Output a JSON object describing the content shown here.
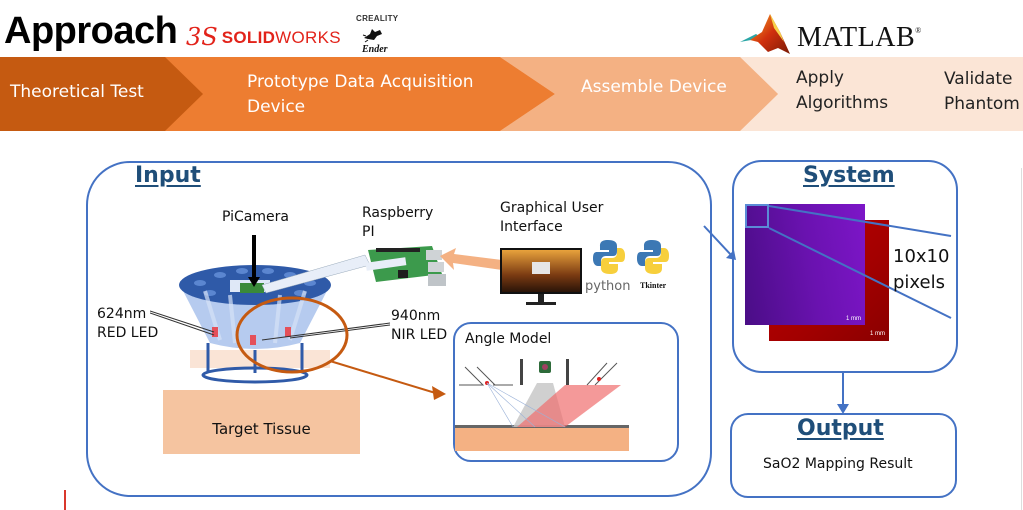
{
  "header": {
    "title": "Approach",
    "logos": {
      "solidworks": {
        "mark": "3S",
        "bold": "SOLID",
        "thin": "WORKS",
        "color": "#e2231a"
      },
      "creality": {
        "brand": "CREALITY",
        "product": "Ender"
      },
      "matlab": {
        "text": "MATLAB",
        "registered": "®"
      }
    }
  },
  "process_steps": [
    {
      "line1": "Theoretical Test",
      "line2": "",
      "color": "#c55a11"
    },
    {
      "line1": "Prototype Data Acquisition",
      "line2": "Device",
      "color": "#ed7d31"
    },
    {
      "line1": "Assemble Device",
      "line2": "",
      "color": "#f4b183"
    },
    {
      "line1": "Apply",
      "line2": "Algorithms",
      "color": "#f8cbad"
    },
    {
      "line1": "Validate",
      "line2": "Phantom",
      "color": "#fbe5d6"
    }
  ],
  "input": {
    "heading": "Input",
    "picamera_label": "PiCamera",
    "raspberry_label_1": "Raspberry",
    "raspberry_label_2": "PI",
    "gui_label_1": "Graphical User",
    "gui_label_2": "Interface",
    "python_label": "python",
    "tkinter_label": "Tkinter",
    "red_led_1": "624nm",
    "red_led_2": "RED LED",
    "nir_led_1": "940nm",
    "nir_led_2": "NIR LED",
    "tissue_label": "Target Tissue",
    "angle_model_label": "Angle Model"
  },
  "system": {
    "heading": "System",
    "zoom_label_1": "10x10",
    "zoom_label_2": "pixels",
    "scale_bar": "1 mm"
  },
  "output": {
    "heading": "Output",
    "result": "SaO2 Mapping Result"
  },
  "colors": {
    "box_border": "#4472c4",
    "heading": "#1f4e79",
    "highlight_ring": "#c55a11",
    "gui_arrow": "#f4b183"
  }
}
